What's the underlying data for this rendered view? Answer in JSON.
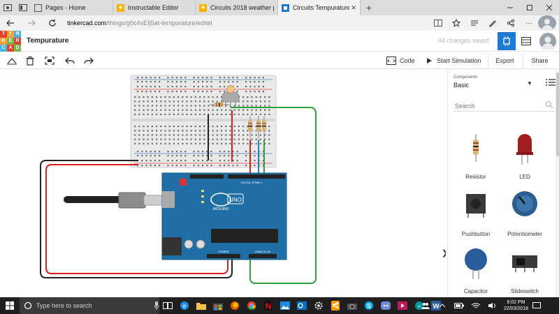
{
  "browser": {
    "tabs": [
      {
        "label": "Pages - Home",
        "active": false
      },
      {
        "label": "Instructable Editor",
        "active": false
      },
      {
        "label": "Circuits 2018 weather proje",
        "active": false
      },
      {
        "label": "Circuits Tempurature | T",
        "active": true
      }
    ],
    "url_host": "tinkercad.com",
    "url_path": "/things/g0c4vEIj5at-tempurature/editel"
  },
  "app": {
    "logo_letters": [
      "T",
      "I",
      "N",
      "K",
      "E",
      "R",
      "C",
      "A",
      "D"
    ],
    "project_title": "Tempurature",
    "save_status": "All changes saved"
  },
  "toolbar": {
    "code_label": "Code",
    "sim_label": "Start Simulation",
    "export_label": "Export",
    "share_label": "Share"
  },
  "panel": {
    "caption": "Components",
    "selected": "Basic",
    "search_placeholder": "Search",
    "components": [
      {
        "name": "Resistor"
      },
      {
        "name": "LED"
      },
      {
        "name": "Pushbutton"
      },
      {
        "name": "Potentiometer"
      },
      {
        "name": "Capacitor"
      },
      {
        "name": "Slideswitch"
      }
    ]
  },
  "board": {
    "brand": "ARDUINO",
    "model": "UNO",
    "digital_label": "DIGITAL (PWM~)",
    "power_label": "POWER",
    "analog_label": "ANALOG IN"
  },
  "taskbar": {
    "search_text": "Type here to search",
    "time": "6:02 PM",
    "date": "22/03/2018"
  },
  "colors": {
    "tinkercad_blue": "#1d7bd1",
    "arduino_teal": "#1f6fa6",
    "wire_red": "#d81e1e",
    "wire_green": "#2ea043",
    "wire_black": "#222222"
  }
}
